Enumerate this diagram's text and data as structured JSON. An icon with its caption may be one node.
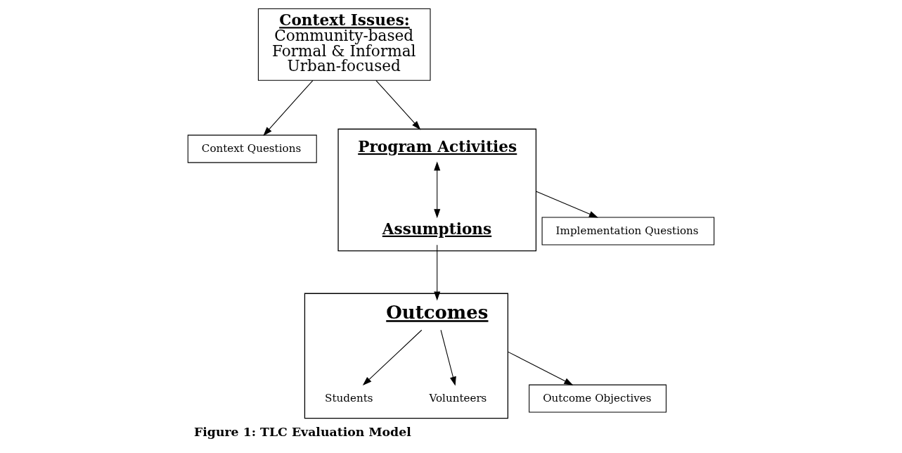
{
  "diagram": {
    "caption": "Figure 1: TLC Evaluation Model",
    "nodes": [
      {
        "text": [
          "Context Questions"
        ]
      },
      {
        "text": [
          "Implementation Questions"
        ]
      },
      {
        "text": [],
        "shape": "box"
      },
      {
        "text": [
          "Program Activities"
        ],
        "in": 2
      },
      {
        "text": [
          "Assumptions"
        ],
        "in": 2
      },
      {
        "text": [
          "Context Issues:",
          "Community-based",
          "Formal & Informal",
          "Urban-focused"
        ]
      },
      {
        "text": [],
        "shape": "box"
      },
      {
        "text": [
          "Outcomes"
        ],
        "in": 6
      },
      {
        "text": [
          "Outcome Objectives"
        ]
      },
      {
        "text": [
          "Students"
        ],
        "in": 6
      },
      {
        "text": [
          "Volunteers"
        ],
        "in": 6
      }
    ],
    "edges": [
      {
        "from": 5,
        "to": 0,
        "arrow": "to"
      },
      {
        "from": 5,
        "to": 2,
        "arrow": "to"
      },
      {
        "from": 3,
        "to": 4,
        "arrow": "both"
      },
      {
        "from": 2,
        "to": 1,
        "arrow": "to"
      },
      {
        "from": 4,
        "to": 7,
        "arrow": "to"
      },
      {
        "from": 6,
        "to": 8,
        "arrow": "to"
      },
      {
        "from": 7,
        "to": 9,
        "arrow": "to"
      },
      {
        "from": 7,
        "to": 10,
        "arrow": "to"
      }
    ]
  }
}
